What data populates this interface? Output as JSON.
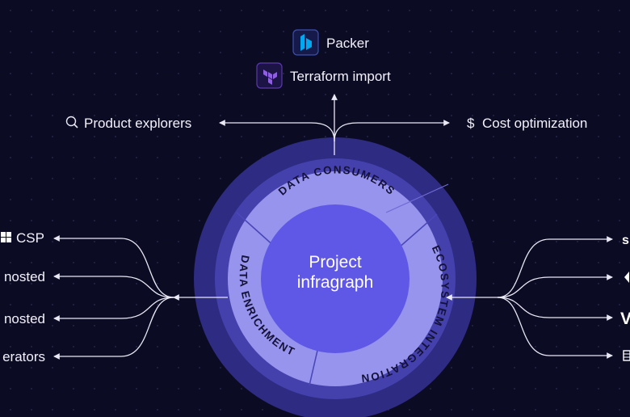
{
  "center": {
    "line1": "Project",
    "line2": "infragraph"
  },
  "ring_segments": {
    "top": "DATA CONSUMERS",
    "left": "DATA ENRICHMENT",
    "right": "ECOSYSTEM INTEGRATION"
  },
  "top_items": {
    "packer": {
      "label": "Packer",
      "icon": "packer-icon"
    },
    "terraform_import": {
      "label": "Terraform import",
      "icon": "terraform-icon"
    }
  },
  "side_items": {
    "product_explorers": {
      "label": "Product explorers",
      "icon": "search-icon"
    },
    "cost_optimization": {
      "label": "Cost optimization",
      "icon": "dollar-icon"
    }
  },
  "left_items": [
    {
      "label": "CSP",
      "icon": "windows-grid-icon"
    },
    {
      "label": "nosted"
    },
    {
      "label": "nosted"
    },
    {
      "label": "erators"
    }
  ],
  "right_items": [
    {
      "label": "s"
    },
    {
      "label": "",
      "icon": "partner-logo-icon"
    },
    {
      "label": "V",
      "icon": "partner-v-logo"
    },
    {
      "label": "",
      "icon": "partner-tile-icon"
    }
  ],
  "colors": {
    "background": "#0c0b24",
    "outer_ring": "#2e2b82",
    "middle_ring": "#4441ad",
    "inner_ring": "#9794ee",
    "center": "#5f57e6",
    "terraform_purple": "#7b42bc",
    "packer_blue": "#02a8ef"
  }
}
